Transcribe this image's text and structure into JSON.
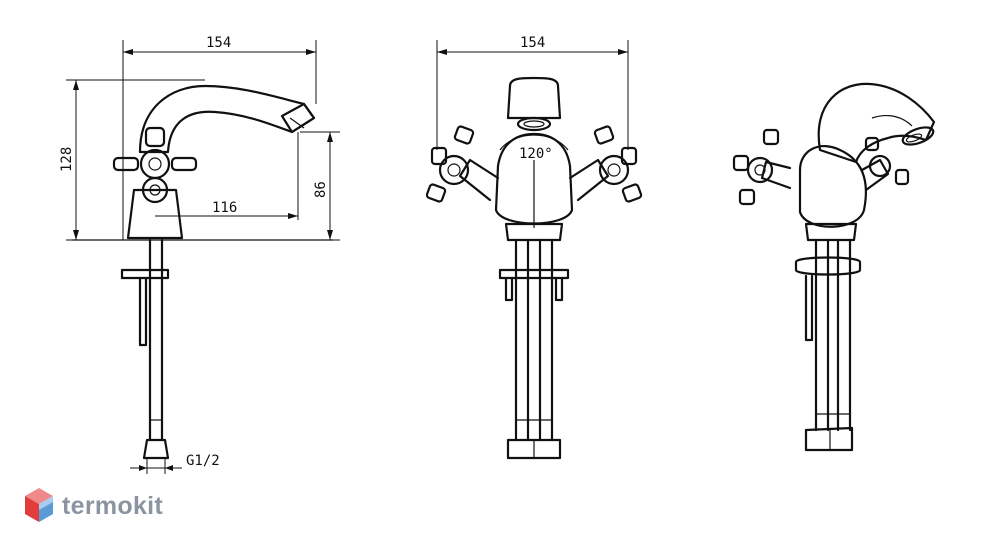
{
  "dimensions": {
    "side_width": "154",
    "side_height": "128",
    "spout_height": "86",
    "spout_reach": "116",
    "thread": "G1/2",
    "front_width": "154",
    "handle_angle": "120°"
  },
  "brand": {
    "name": "termokit",
    "text_color": "#8a95a0",
    "logo_colors": [
      "#f08a8a",
      "#e23d3d",
      "#5b9bd5",
      "#a9cdee"
    ]
  }
}
